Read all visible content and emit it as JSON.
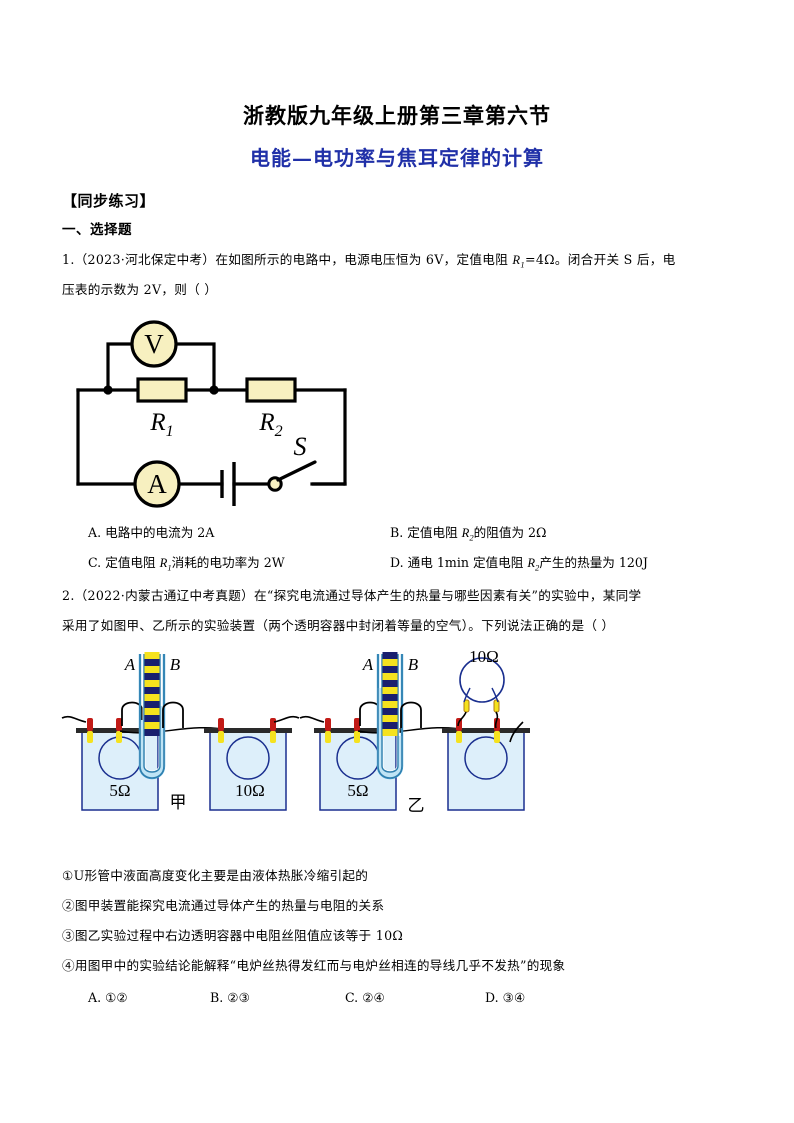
{
  "document": {
    "title_main": "浙教版九年级上册第三章第六节",
    "title_sub": "电能—电功率与焦耳定律的计算",
    "title_sub_color": "#2030a8",
    "practice_heading": "【同步练习】",
    "section_heading": "一、选择题"
  },
  "question1": {
    "line1": "1.（2023·河北保定中考）在如图所示的电路中，电源电压恒为 6V，定值电阻 R₁=4Ω。闭合开关 S 后，电",
    "line1_pre": "1.（2023·河北保定中考）在如图所示的电路中，电源电压恒为 6V，定值电阻 ",
    "line1_sym": "R",
    "line1_sub": "1",
    "line1_post": "=4Ω。闭合开关 S 后，电",
    "line2": "压表的示数为 2V，则（      ）",
    "options": [
      {
        "key": "A.",
        "text": "电路中的电流为 2A"
      },
      {
        "key": "B.",
        "pre": "定值电阻 ",
        "sym": "R",
        "sub": "2",
        "post": "的阻值为 2Ω"
      },
      {
        "key": "C.",
        "pre": "定值电阻 ",
        "sym": "R",
        "sub": "1",
        "post": "消耗的电功率为 2W"
      },
      {
        "key": "D.",
        "pre": "通电 1min 定值电阻 ",
        "sym": "R",
        "sub": "2",
        "post": "产生的热量为 120J"
      }
    ],
    "circuit": {
      "voltmeter_label": "V",
      "ammeter_label": "A",
      "resistor1_label": "R",
      "resistor1_sub": "1",
      "resistor2_label": "R",
      "resistor2_sub": "2",
      "switch_label": "S",
      "component_fill": "#f7f0c0",
      "wire_color": "#000000"
    }
  },
  "question2": {
    "line1": "2.（2022·内蒙古通辽中考真题）在“探究电流通过导体产生的热量与哪些因素有关”的实验中，某同学",
    "line2": "采用了如图甲、乙所示的实验装置（两个透明容器中封闭着等量的空气）。下列说法正确的是（      ）",
    "figure": {
      "left_caption": "甲",
      "right_caption": "乙",
      "tube_label_a": "A",
      "tube_label_b": "B",
      "jia_left_resistor": "5Ω",
      "jia_right_resistor": "10Ω",
      "yi_left_resistor": "5Ω",
      "yi_external_resistor": "10Ω",
      "liquid_color": "#bfe4f5",
      "scale_color_1": "#f5e21e",
      "scale_color_2": "#1a1f6e",
      "terminal_color": "#c21b17"
    },
    "statements": [
      "①U形管中液面高度变化主要是由液体热胀冷缩引起的",
      "②图甲装置能探究电流通过导体产生的热量与电阻的关系",
      "③图乙实验过程中右边透明容器中电阻丝阻值应该等于 10Ω",
      "④用图甲中的实验结论能解释“电炉丝热得发红而与电炉丝相连的导线几乎不发热”的现象"
    ],
    "options": [
      {
        "key": "A.",
        "text": "①②"
      },
      {
        "key": "B.",
        "text": "②③"
      },
      {
        "key": "C.",
        "text": "②④"
      },
      {
        "key": "D.",
        "text": "③④"
      }
    ]
  }
}
